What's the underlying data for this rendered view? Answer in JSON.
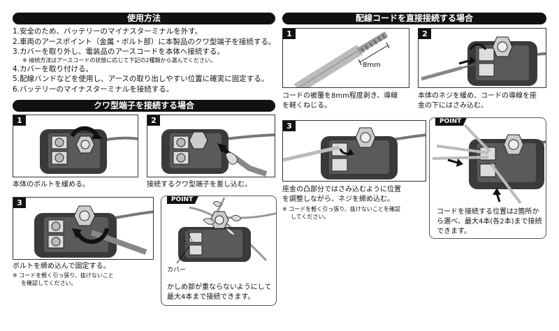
{
  "usage": {
    "title": "使用方法",
    "steps": [
      "1.安全のため、バッテリーのマイナスターミナルを外す。",
      "2.車両のアースポイント（金属・ボルト部）に本製品のクワ型端子を接続する。",
      "3.カバーを取り外し、電装品のアースコードを本体へ接続する。",
      "4.カバーを取り付ける。",
      "5.配線バンドなどを使用し、アースの取り出しやすい位置に確実に固定する。",
      "6.バッテリーのマイナスターミナルを接続する。"
    ],
    "step3_note": "※ 接続方法はアースコードの状態に応じて下記の2種類から選んでください。"
  },
  "kuwa": {
    "title": "クワ型端子を接続する場合",
    "step1": {
      "num": "1",
      "caption": "本体のボルトを緩める。"
    },
    "step2": {
      "num": "2",
      "caption": "接続するクワ型端子を差し込む。"
    },
    "step3": {
      "num": "3",
      "caption": "ボルトを締め込んで固定する。",
      "note_l1": "※ コードを軽く引っ張り、抜けないこと",
      "note_l2": "を確認してください。"
    },
    "point": {
      "label": "POINT",
      "cover_label": "カバー",
      "caption_l1": "かしめ部が重ならないようにして",
      "caption_l2": "最大4本まで接続できます。"
    }
  },
  "direct": {
    "title": "配線コードを直接接続する場合",
    "step1": {
      "num": "1",
      "dim": "8mm",
      "caption_l1": "コードの被覆を8mm程度剥き、導線",
      "caption_l2": "を軽くねじる。"
    },
    "step2": {
      "num": "2",
      "caption_l1": "本体のネジを緩め、コードの導線を座",
      "caption_l2": "金の下にはさみ込む。"
    },
    "step3": {
      "num": "3",
      "caption_l1": "座金の凸部分ではさみ込むように位置",
      "caption_l2": "を調整しながら、ネジを締め込む。",
      "note_l1": "※ コードを軽く引っ張り、抜けないことを確認",
      "note_l2": "してください。"
    },
    "point": {
      "label": "POINT",
      "caption_l1": "コードを接続する位置は2箇所か",
      "caption_l2": "ら選べ、最大4本(各2本)まで接続",
      "caption_l3": "できます。"
    }
  }
}
